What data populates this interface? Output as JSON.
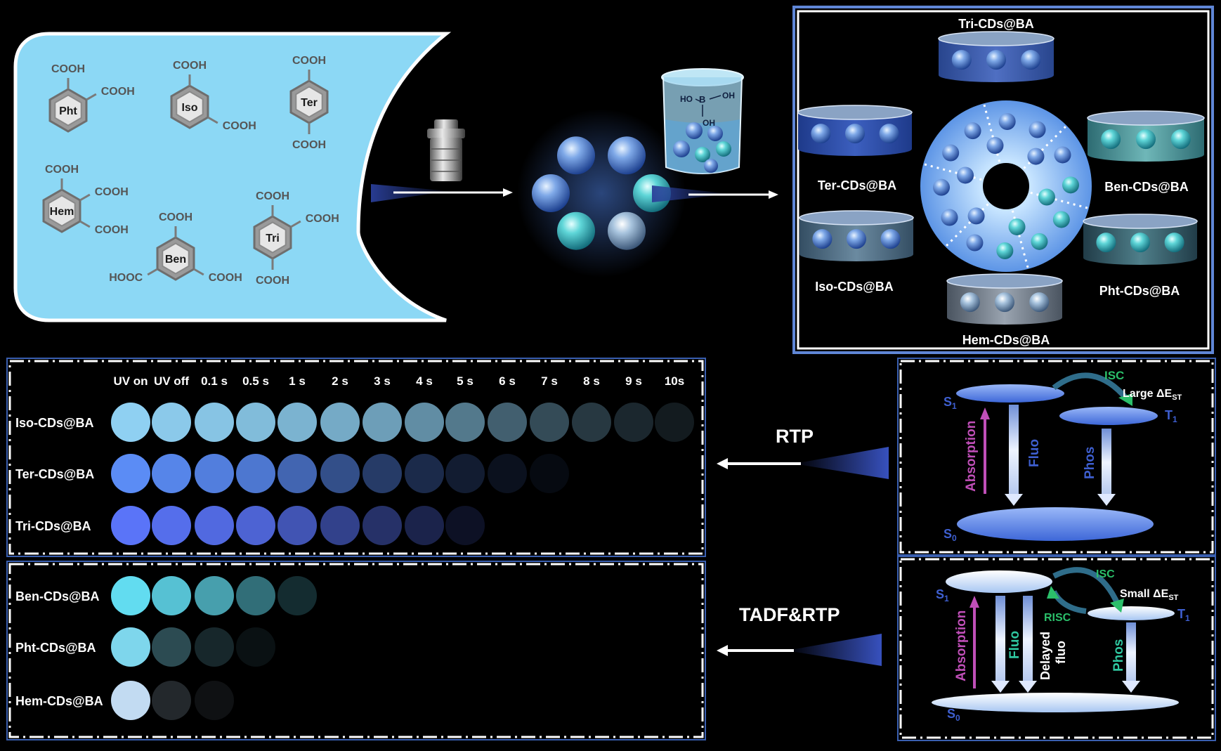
{
  "molecules": [
    {
      "id": "pht",
      "label": "Pht",
      "subs": [
        "COOH",
        "COOH"
      ]
    },
    {
      "id": "iso",
      "label": "Iso",
      "subs": [
        "COOH",
        "COOH"
      ]
    },
    {
      "id": "ter",
      "label": "Ter",
      "subs": [
        "COOH",
        "COOH"
      ]
    },
    {
      "id": "hem",
      "label": "Hem",
      "subs": [
        "COOH",
        "COOH",
        "COOH"
      ]
    },
    {
      "id": "ben",
      "label": "Ben",
      "subs": [
        "COOH",
        "HOOC",
        "COOH"
      ]
    },
    {
      "id": "tri",
      "label": "Tri",
      "subs": [
        "COOH",
        "COOH",
        "COOH"
      ]
    }
  ],
  "boric_acid": {
    "b": "B",
    "oh": "OH",
    "ho": "HO"
  },
  "composites": {
    "tri": "Tri-CDs@BA",
    "ter": "Ter-CDs@BA",
    "ben": "Ben-CDs@BA",
    "iso": "Iso-CDs@BA",
    "pht": "Pht-CDs@BA",
    "hem": "Hem-CDs@BA"
  },
  "time_labels": [
    "UV on",
    "UV off",
    "0.1 s",
    "0.5 s",
    "1 s",
    "2 s",
    "3 s",
    "4 s",
    "5 s",
    "6 s",
    "7 s",
    "8 s",
    "9 s",
    "10s"
  ],
  "rtp_panel": {
    "rows": [
      {
        "label": "Iso-CDs@BA",
        "color": "#8fd0f2",
        "alphas": [
          1,
          0.97,
          0.94,
          0.9,
          0.86,
          0.82,
          0.76,
          0.68,
          0.58,
          0.46,
          0.36,
          0.27,
          0.19,
          0.13
        ]
      },
      {
        "label": "Ter-CDs@BA",
        "color": "#5b8cf5",
        "alphas": [
          1,
          0.95,
          0.9,
          0.85,
          0.72,
          0.56,
          0.42,
          0.3,
          0.2,
          0.12,
          0.07
        ]
      },
      {
        "label": "Tri-CDs@BA",
        "color": "#5a74f8",
        "alphas": [
          1,
          0.95,
          0.9,
          0.85,
          0.72,
          0.56,
          0.42,
          0.3,
          0.15
        ]
      }
    ]
  },
  "tadf_panel": {
    "rows": [
      {
        "label": "Ben-CDs@BA",
        "color": "#62dcf0",
        "alphas": [
          1,
          0.88,
          0.72,
          0.5,
          0.2
        ]
      },
      {
        "label": "Pht-CDs@BA",
        "color": "#7ed6ec",
        "alphas": [
          1,
          0.35,
          0.18,
          0.08
        ]
      },
      {
        "label": "Hem-CDs@BA",
        "color": "#c2dbf2",
        "alphas": [
          1,
          0.18,
          0.08
        ]
      }
    ]
  },
  "mechanisms": {
    "rtp": {
      "title": "RTP",
      "isc": "ISC",
      "gap_prefix": "Large ",
      "delta": "ΔE",
      "st": "ST",
      "s1": "S",
      "s1sub": "1",
      "t1": "T",
      "t1sub": "1",
      "s0": "S",
      "s0sub": "0",
      "absorption": "Absorption",
      "fluo": "Fluo",
      "phos": "Phos"
    },
    "tadf": {
      "title": "TADF&RTP",
      "isc": "ISC",
      "risc": "RISC",
      "gap_prefix": "Small ",
      "delta": "ΔE",
      "st": "ST",
      "s1": "S",
      "s1sub": "1",
      "t1": "T",
      "t1sub": "1",
      "s0": "S",
      "s0sub": "0",
      "absorption": "Absorption",
      "fluo": "Fluo",
      "delayed": "Delayed",
      "delayed2": "fluo",
      "phos": "Phos"
    }
  },
  "colors": {
    "panel_fill": "#8cd8f5",
    "frame": "#5f86d6",
    "absorption": "#c04fb8",
    "fluo_green": "#2fc7a0",
    "arrow_blue": "#3e5fd0",
    "isc_green": "#2bbf6a"
  }
}
